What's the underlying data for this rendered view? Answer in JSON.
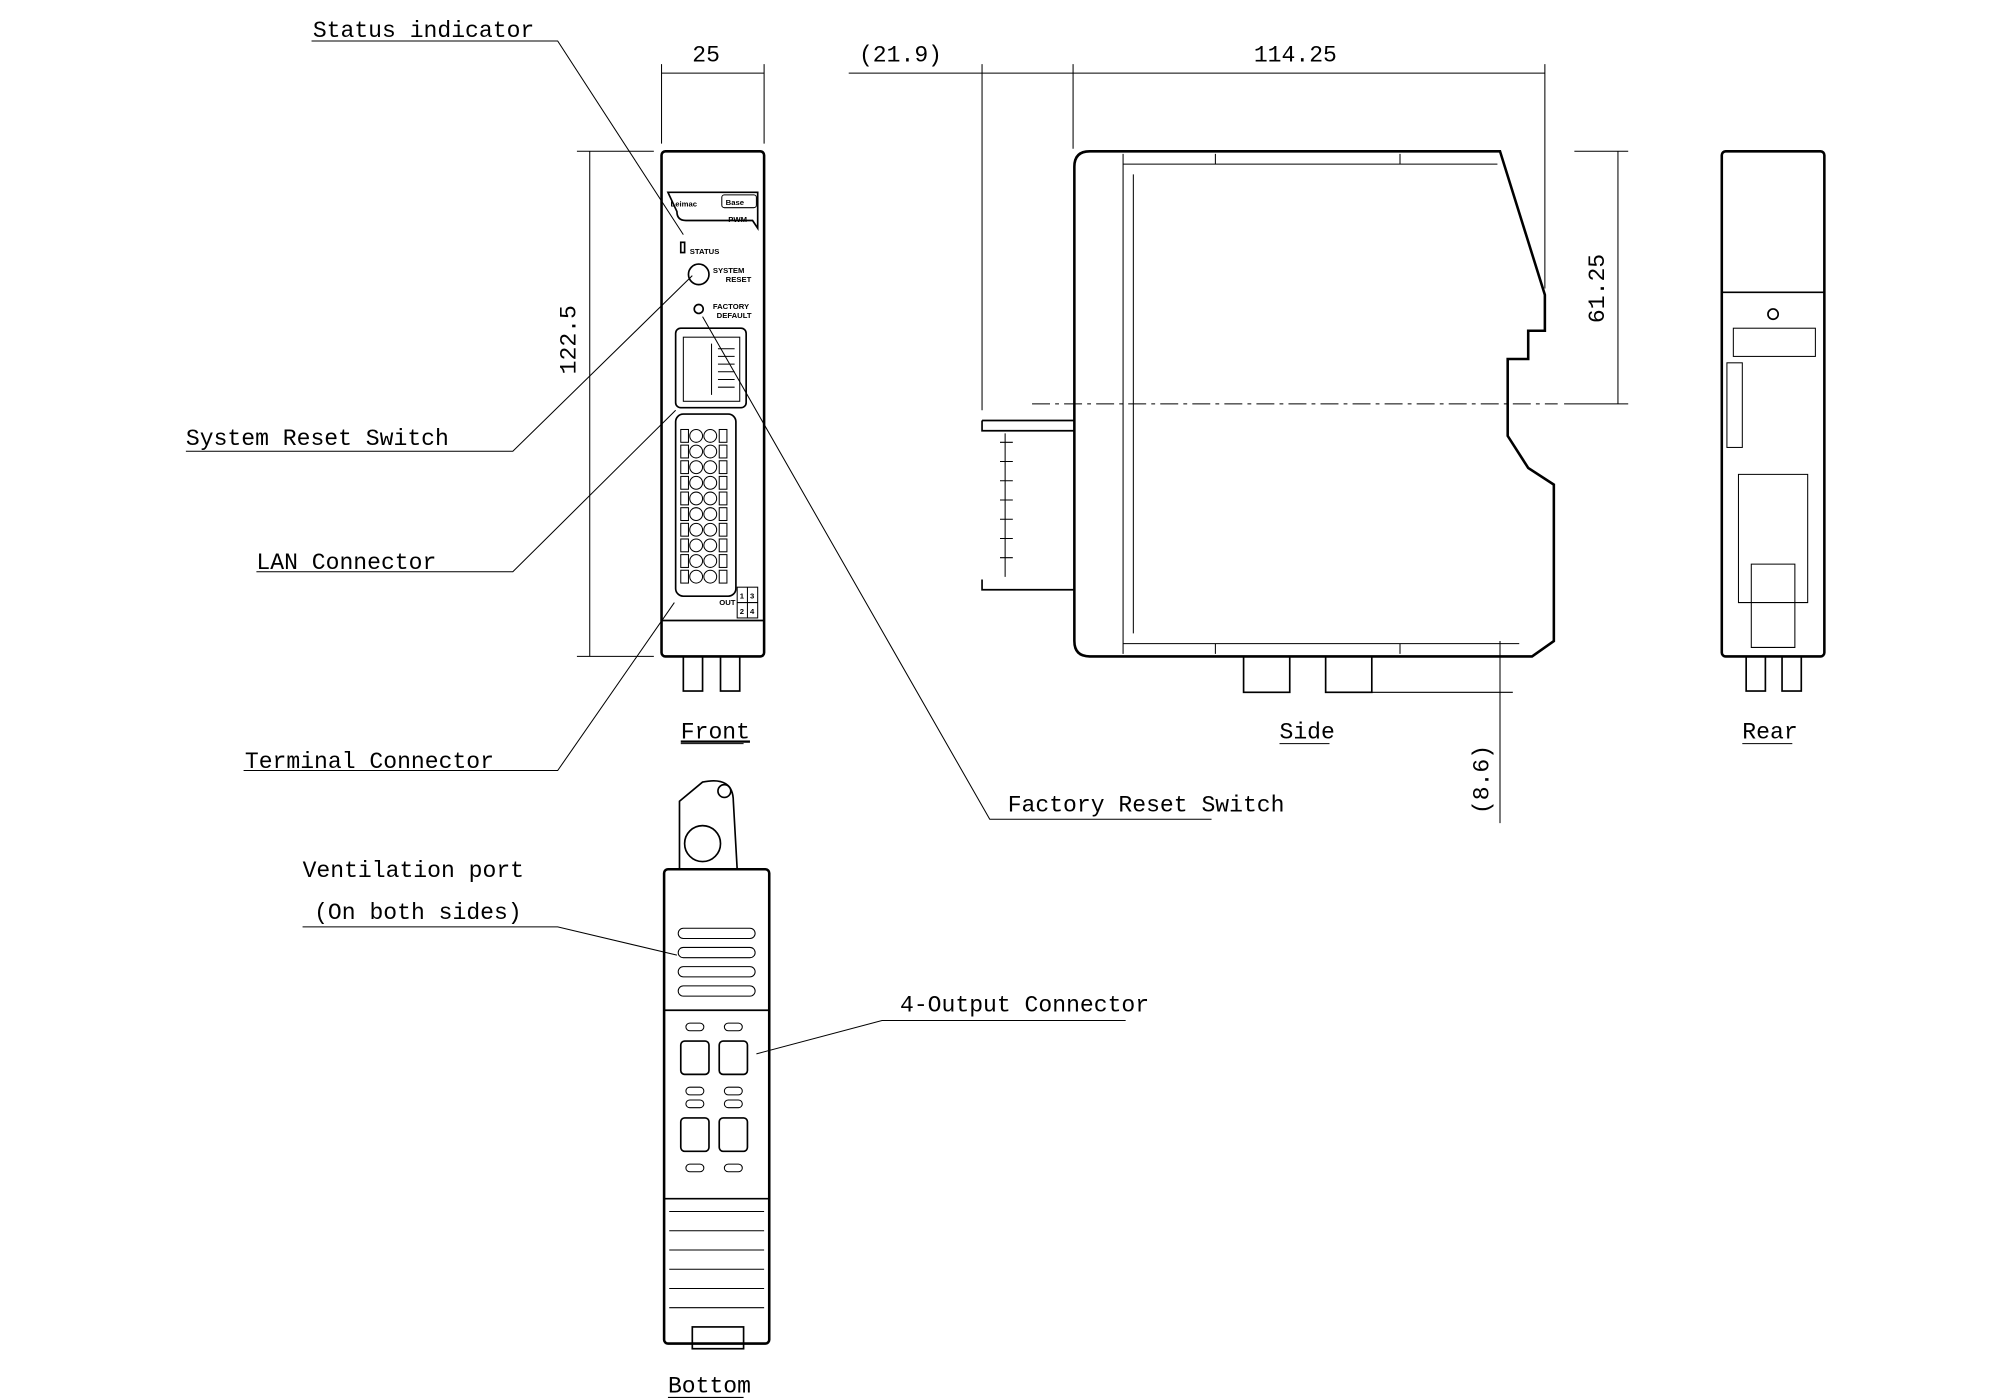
{
  "callouts": {
    "status_indicator": "Status indicator",
    "system_reset_switch": "System Reset Switch",
    "lan_connector": "LAN Connector",
    "terminal_connector": "Terminal Connector",
    "factory_reset_switch": "Factory Reset Switch",
    "ventilation_port": "Ventilation port",
    "ventilation_note": "(On both sides)",
    "output_connector": "4-Output Connector"
  },
  "dimensions": {
    "front_width": "25",
    "connector_depth": "(21.9)",
    "body_depth": "114.25",
    "height": "122.5",
    "rail_center": "61.25",
    "bottom_protrusion": "(8.6)"
  },
  "views": {
    "front": "Front",
    "side": "Side",
    "rear": "Rear",
    "bottom": "Bottom"
  },
  "panel": {
    "brand": "Leimac",
    "badge_top": "Base",
    "badge_bottom": "PWM",
    "status": "STATUS",
    "system_reset": [
      "SYSTEM",
      "RESET"
    ],
    "factory_default": [
      "FACTORY",
      "DEFAULT"
    ],
    "out_label": "OUT",
    "out_numbers": [
      "1",
      "3",
      "2",
      "4"
    ]
  }
}
